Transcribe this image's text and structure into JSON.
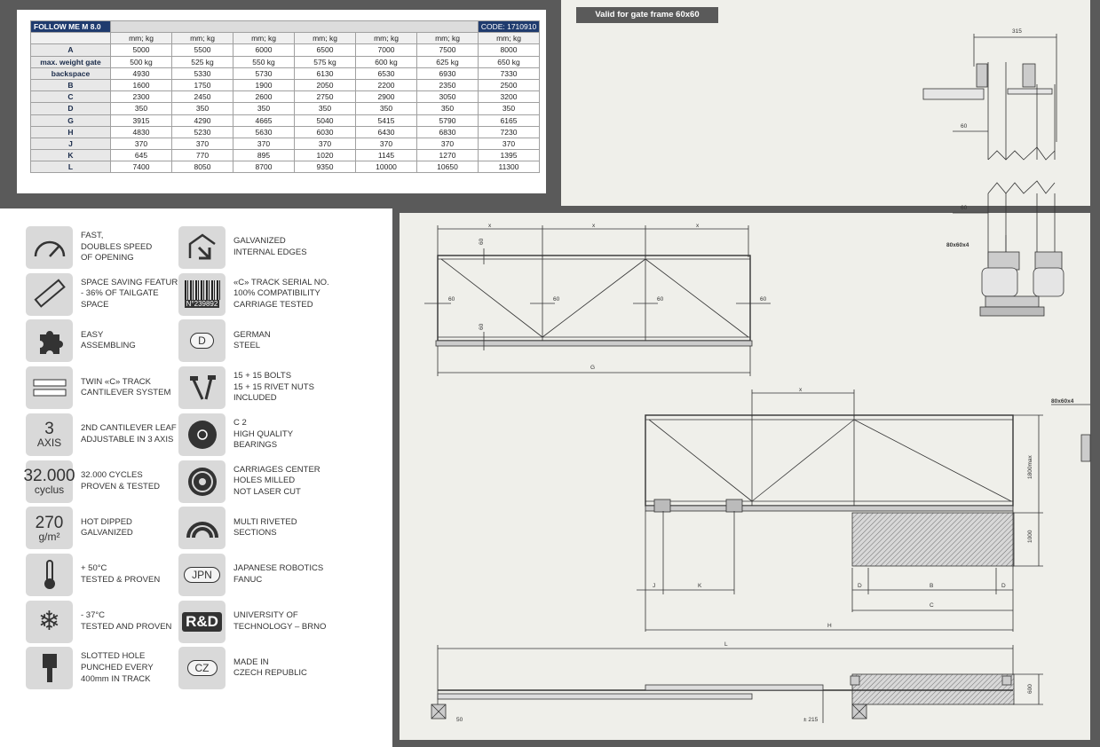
{
  "table": {
    "title": "FOLLOW ME M 8.0",
    "code": "CODE: 1710910",
    "units": [
      "mm; kg",
      "mm; kg",
      "mm; kg",
      "mm; kg",
      "mm; kg",
      "mm; kg",
      "mm; kg"
    ],
    "rows": [
      {
        "label": "A",
        "values": [
          "5000",
          "5500",
          "6000",
          "6500",
          "7000",
          "7500",
          "8000"
        ]
      },
      {
        "label": "max. weight gate",
        "values": [
          "500 kg",
          "525 kg",
          "550 kg",
          "575 kg",
          "600 kg",
          "625 kg",
          "650 kg"
        ]
      },
      {
        "label": "backspace",
        "values": [
          "4930",
          "5330",
          "5730",
          "6130",
          "6530",
          "6930",
          "7330"
        ]
      },
      {
        "label": "B",
        "values": [
          "1600",
          "1750",
          "1900",
          "2050",
          "2200",
          "2350",
          "2500"
        ]
      },
      {
        "label": "C",
        "values": [
          "2300",
          "2450",
          "2600",
          "2750",
          "2900",
          "3050",
          "3200"
        ]
      },
      {
        "label": "D",
        "values": [
          "350",
          "350",
          "350",
          "350",
          "350",
          "350",
          "350"
        ]
      },
      {
        "label": "G",
        "values": [
          "3915",
          "4290",
          "4665",
          "5040",
          "5415",
          "5790",
          "6165"
        ]
      },
      {
        "label": "H",
        "values": [
          "4830",
          "5230",
          "5630",
          "6030",
          "6430",
          "6830",
          "7230"
        ]
      },
      {
        "label": "J",
        "values": [
          "370",
          "370",
          "370",
          "370",
          "370",
          "370",
          "370"
        ]
      },
      {
        "label": "K",
        "values": [
          "645",
          "770",
          "895",
          "1020",
          "1145",
          "1270",
          "1395"
        ]
      },
      {
        "label": "L",
        "values": [
          "7400",
          "8050",
          "8700",
          "9350",
          "10000",
          "10650",
          "11300"
        ]
      }
    ]
  },
  "features_left": [
    {
      "icon": "speedometer-icon",
      "lines": [
        "FAST,",
        "DOUBLES SPEED",
        "OF OPENING"
      ]
    },
    {
      "icon": "ruler-icon",
      "lines": [
        "SPACE SAVING FEATURE",
        "- 36% OF TAILGATE",
        "SPACE"
      ]
    },
    {
      "icon": "puzzle-icon",
      "lines": [
        "EASY",
        "ASSEMBLING"
      ]
    },
    {
      "icon": "c-track-icon",
      "lines": [
        "TWIN «C» TRACK",
        "CANTILEVER SYSTEM"
      ]
    },
    {
      "icon": "axis-icon",
      "big": "3",
      "small": "AXIS",
      "lines": [
        "2ND CANTILEVER LEAF",
        "ADJUSTABLE IN 3 AXIS"
      ]
    },
    {
      "icon": "cycles-icon",
      "big": "32.000",
      "small": "cyclus",
      "lines": [
        "32.000 CYCLES",
        "PROVEN & TESTED"
      ]
    },
    {
      "icon": "zinc-icon",
      "big": "270",
      "small": "g/m²",
      "lines": [
        "HOT DIPPED",
        "GALVANIZED"
      ]
    },
    {
      "icon": "thermometer-icon",
      "lines": [
        "+ 50°C",
        "TESTED & PROVEN"
      ]
    },
    {
      "icon": "snowflake-icon",
      "lines": [
        "- 37°C",
        "TESTED AND PROVEN"
      ]
    },
    {
      "icon": "track-hole-icon",
      "lines": [
        "SLOTTED HOLE",
        "PUNCHED EVERY",
        "400mm IN TRACK"
      ]
    }
  ],
  "features_right": [
    {
      "icon": "galvanized-edge-icon",
      "lines": [
        "GALVANIZED",
        "INTERNAL EDGES"
      ]
    },
    {
      "icon": "barcode-icon",
      "barcode": "N°239892",
      "lines": [
        "«C» TRACK SERIAL NO.",
        "100% COMPATIBILITY",
        "CARRIAGE TESTED"
      ]
    },
    {
      "icon": "german-steel-icon",
      "badge": "D",
      "lines": [
        "GERMAN",
        "STEEL"
      ]
    },
    {
      "icon": "bolts-icon",
      "lines": [
        "15 + 15 BOLTS",
        "15 + 15 RIVET NUTS",
        "INCLUDED"
      ]
    },
    {
      "icon": "bearing-icon",
      "lines": [
        "C 2",
        "HIGH QUALITY",
        "BEARINGS"
      ]
    },
    {
      "icon": "carriage-holes-icon",
      "lines": [
        "CARRIAGES CENTER",
        "HOLES MILLED",
        "NOT LASER CUT"
      ]
    },
    {
      "icon": "rivet-sections-icon",
      "lines": [
        "MULTI RIVETED",
        "SECTIONS"
      ]
    },
    {
      "icon": "japan-badge-icon",
      "badge": "JPN",
      "lines": [
        "JAPANESE ROBOTICS",
        "FANUC"
      ]
    },
    {
      "icon": "rnd-icon",
      "badge": "R&D",
      "lines": [
        "UNIVERSITY OF",
        "TECHNOLOGY – BRNO"
      ]
    },
    {
      "icon": "czech-badge-icon",
      "badge": "CZ",
      "lines": [
        "MADE IN",
        "CZECH REPUBLIC"
      ]
    }
  ],
  "drawing": {
    "valid_note": "Valid for gate frame 60x60",
    "dim_315": "315",
    "dim_60_a": "60",
    "dim_60_b": "60",
    "profile_label": "80x60x4",
    "profile_label_2": "80x60x4",
    "x1": "x",
    "x2": "x",
    "x3": "x",
    "x4": "x",
    "d60_1": "60",
    "d60_2": "60",
    "d60_3": "60",
    "d60_4": "60",
    "d60_5": "60",
    "d60_6": "60",
    "G": "G",
    "H": "H",
    "J": "J",
    "K": "K",
    "L": "L",
    "B": "B",
    "C": "C",
    "D1": "D",
    "D2": "D",
    "h1800": "1800max",
    "h1000": "1000",
    "h600": "600",
    "d50": "50",
    "d215": "± 215"
  }
}
